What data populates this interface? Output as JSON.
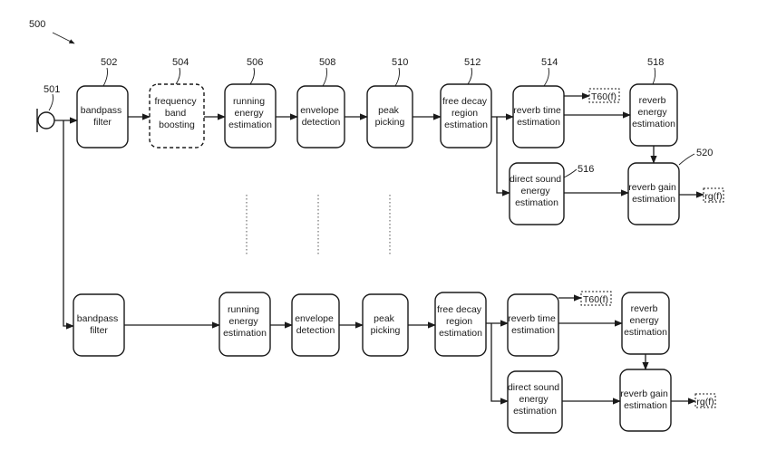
{
  "figure_number": "500",
  "input_ref": "501",
  "blocks": {
    "bandpass_filter": [
      "bandpass",
      "filter"
    ],
    "frequency_band_boosting": [
      "frequency",
      "band",
      "boosting"
    ],
    "running_energy_estimation": [
      "running",
      "energy",
      "estimation"
    ],
    "envelope_detection": [
      "envelope",
      "detection"
    ],
    "peak_picking": [
      "peak",
      "picking"
    ],
    "free_decay_region_estimation": [
      "free decay",
      "region",
      "estimation"
    ],
    "reverb_time_estimation": [
      "reverb time",
      "estimation"
    ],
    "reverb_energy_estimation": [
      "reverb",
      "energy",
      "estimation"
    ],
    "direct_sound_energy_estimation": [
      "direct sound",
      "energy",
      "estimation"
    ],
    "reverb_gain_estimation": [
      "reverb gain",
      "estimation"
    ]
  },
  "refs": {
    "bandpass_filter": "502",
    "frequency_band_boosting": "504",
    "running_energy_estimation": "506",
    "envelope_detection": "508",
    "peak_picking": "510",
    "free_decay_region_estimation": "512",
    "reverb_time_estimation": "514",
    "direct_sound_energy_estimation": "516",
    "reverb_energy_estimation": "518",
    "reverb_gain_estimation": "520"
  },
  "outputs": {
    "t60": "T60(f)",
    "rg": "rg(f)"
  }
}
